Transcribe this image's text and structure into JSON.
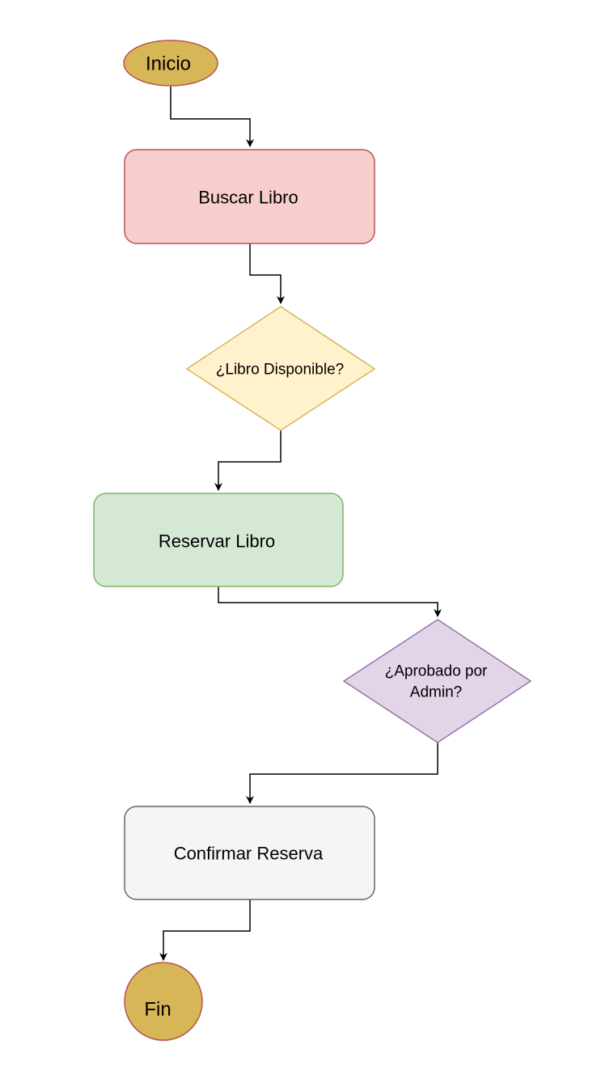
{
  "diagram": {
    "nodes": {
      "inicio": {
        "label": "Inicio",
        "shape": "ellipse",
        "fill": "#d6b656",
        "stroke": "#b85450"
      },
      "buscar": {
        "label": "Buscar Libro",
        "shape": "rounded-rect",
        "fill": "#f8cecc",
        "stroke": "#b85450"
      },
      "disponible": {
        "label": "¿Libro Disponible?",
        "shape": "diamond",
        "fill": "#fff2cc",
        "stroke": "#d6b656"
      },
      "reservar": {
        "label": "Reservar Libro",
        "shape": "rounded-rect",
        "fill": "#d5e8d4",
        "stroke": "#82b366"
      },
      "aprobado": {
        "label_line1": "¿Aprobado por",
        "label_line2": "Admin?",
        "shape": "diamond",
        "fill": "#e1d5e7",
        "stroke": "#9673a6"
      },
      "confirmar": {
        "label": "Confirmar Reserva",
        "shape": "rounded-rect",
        "fill": "#f5f5f5",
        "stroke": "#666666"
      },
      "fin": {
        "label": "Fin",
        "shape": "circle",
        "fill": "#d6b656",
        "stroke": "#b85450"
      }
    },
    "edges": [
      {
        "from": "inicio",
        "to": "buscar"
      },
      {
        "from": "buscar",
        "to": "disponible"
      },
      {
        "from": "disponible",
        "to": "reservar"
      },
      {
        "from": "reservar",
        "to": "aprobado"
      },
      {
        "from": "aprobado",
        "to": "confirmar"
      },
      {
        "from": "confirmar",
        "to": "fin"
      }
    ]
  }
}
